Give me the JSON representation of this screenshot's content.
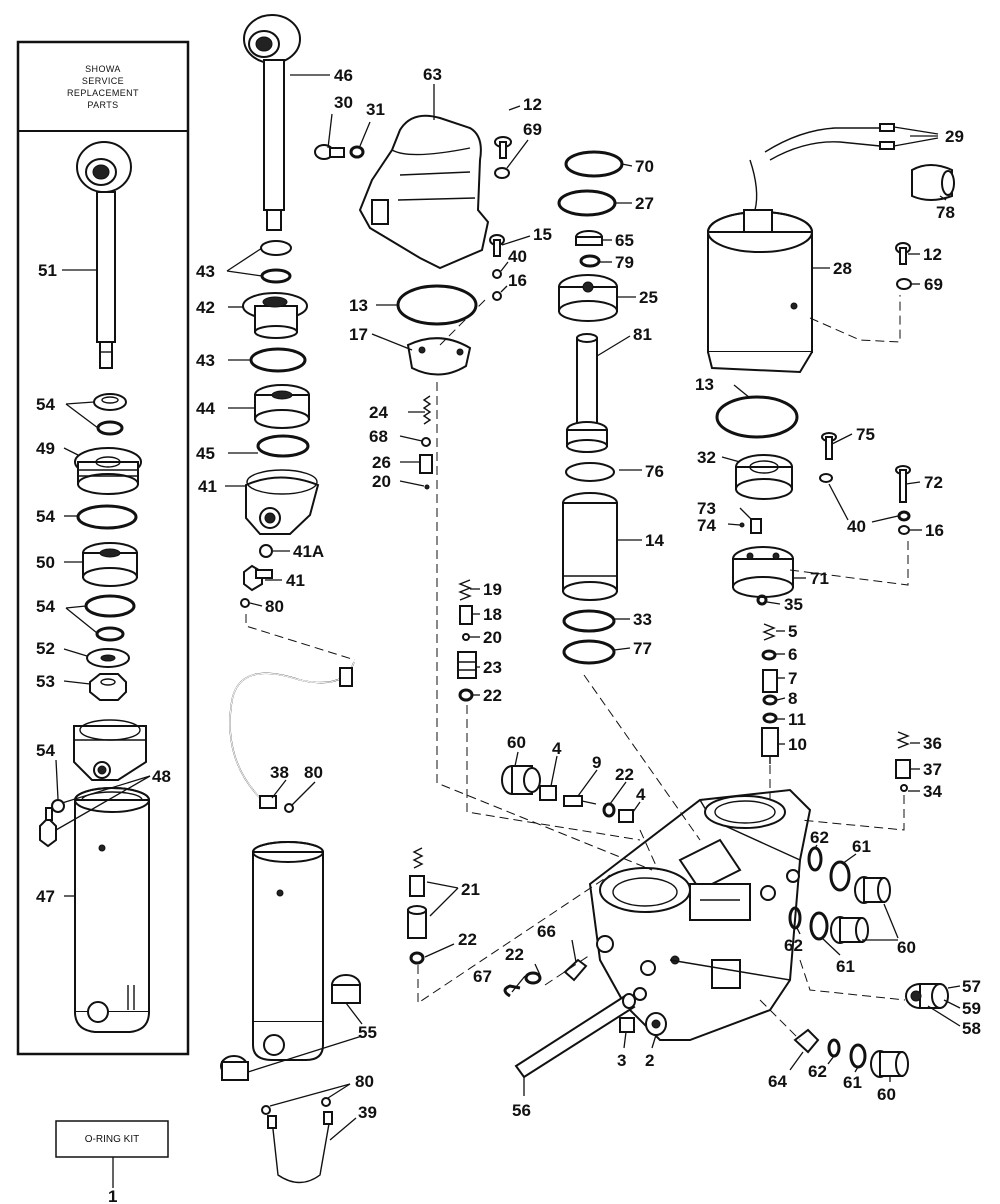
{
  "kit_box": {
    "title": "SHOWA\nSERVICE\nREPLACEMENT\nPARTS"
  },
  "oring_kit": {
    "label": "O-RING KIT",
    "number": "1"
  },
  "callouts": {
    "c29": "29",
    "c78": "78",
    "c12a": "12",
    "c28": "28",
    "c69a": "69",
    "c13a": "13",
    "c75": "75",
    "c32": "32",
    "c72": "72",
    "c73": "73",
    "c74": "74",
    "c40a": "40",
    "c16a": "16",
    "c71": "71",
    "c35": "35",
    "c5": "5",
    "c6": "6",
    "c7": "7",
    "c8": "8",
    "c11": "11",
    "c10": "10",
    "c36": "36",
    "c37": "37",
    "c34": "34",
    "c46": "46",
    "c63": "63",
    "c30": "30",
    "c31": "31",
    "c12b": "12",
    "c69b": "69",
    "c70": "70",
    "c27": "27",
    "c65": "65",
    "c79": "79",
    "c15": "15",
    "c40b": "40",
    "c16b": "16",
    "c25": "25",
    "c13b": "13",
    "c17": "17",
    "c81": "81",
    "c43a": "43",
    "c42": "42",
    "c43b": "43",
    "c44": "44",
    "c45": "45",
    "c41": "41",
    "c41a": "41A",
    "c41b": "41",
    "c80a": "80",
    "c24": "24",
    "c68": "68",
    "c26": "26",
    "c20a": "20",
    "c76": "76",
    "c14": "14",
    "c19": "19",
    "c18": "18",
    "c20b": "20",
    "c23": "23",
    "c22a": "22",
    "c33": "33",
    "c77": "77",
    "c60a": "60",
    "c4a": "4",
    "c9": "9",
    "c22b": "22",
    "c4b": "4",
    "c38": "38",
    "c80b": "80",
    "c62a": "62",
    "c61a": "61",
    "c60b": "60",
    "c62b": "62",
    "c61b": "61",
    "c21": "21",
    "c22c": "22",
    "c22d": "22",
    "c66": "66",
    "c67": "67",
    "c57": "57",
    "c59": "59",
    "c58": "58",
    "c3": "3",
    "c2": "2",
    "c64": "64",
    "c62c": "62",
    "c61c": "61",
    "c60c": "60",
    "c56": "56",
    "c55": "55",
    "c80c": "80",
    "c39": "39",
    "c51": "51",
    "c54a": "54",
    "c49": "49",
    "c54b": "54",
    "c50": "50",
    "c54c": "54",
    "c52": "52",
    "c53": "53",
    "c54d": "54",
    "c48": "48",
    "c47": "47"
  },
  "colors": {
    "ink": "#111111",
    "paper": "#ffffff"
  }
}
